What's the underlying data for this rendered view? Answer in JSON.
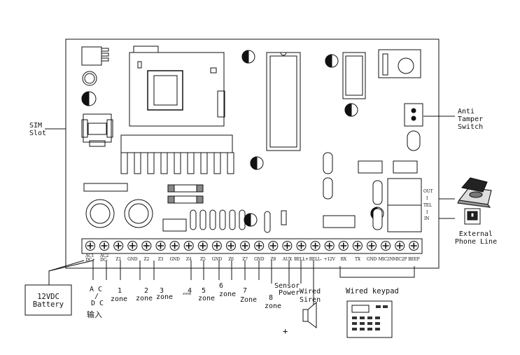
{
  "callouts": {
    "sim_line1": "SIM",
    "sim_line2": "Slot",
    "tamper_line1": "Anti",
    "tamper_line2": "Tamper",
    "tamper_line3": "Switch",
    "phone_line1": "External",
    "phone_line2": "Phone Line",
    "battery_line1": "12VDC",
    "battery_line2": "Battery",
    "wired_keypad": "Wired keypad",
    "plus_sign": "+"
  },
  "tel_port": {
    "out": "OUT",
    "i1": "I",
    "tel": "TEL",
    "i2": "I",
    "in": "IN"
  },
  "terminals": [
    "AC1 DC+",
    "AC2 DC-",
    "Z1",
    "GND",
    "Z2",
    "Z3",
    "GND",
    "Z4",
    "Z5",
    "GND",
    "Z6",
    "Z7",
    "GND",
    "Z8",
    "AUX",
    "BELL+",
    "BELL-",
    "+12V",
    "RX",
    "TX",
    "GND",
    "MIC2N",
    "MIC2P",
    "BEEP"
  ],
  "below_labels": {
    "ac": "A C",
    "slash": "/",
    "dc": "D C",
    "input": "输入",
    "z1_num": "1",
    "z1_zone": "zone",
    "z2_num": "2",
    "z2_zone": "zone",
    "z3_num": "3",
    "z3_zone": "zone",
    "z4_num": "4",
    "z4_zone": "zone",
    "z5_num": "5",
    "z5_zone": "zone",
    "z6_num": "6",
    "z6_zone": "zone",
    "z7_num": "7",
    "z7_zone": "Zone",
    "z8_num": "8",
    "z8_zone": "zone",
    "sensor1": "Sensor",
    "sensor2": "Power",
    "siren1": "Wired",
    "siren2": "Siren"
  }
}
